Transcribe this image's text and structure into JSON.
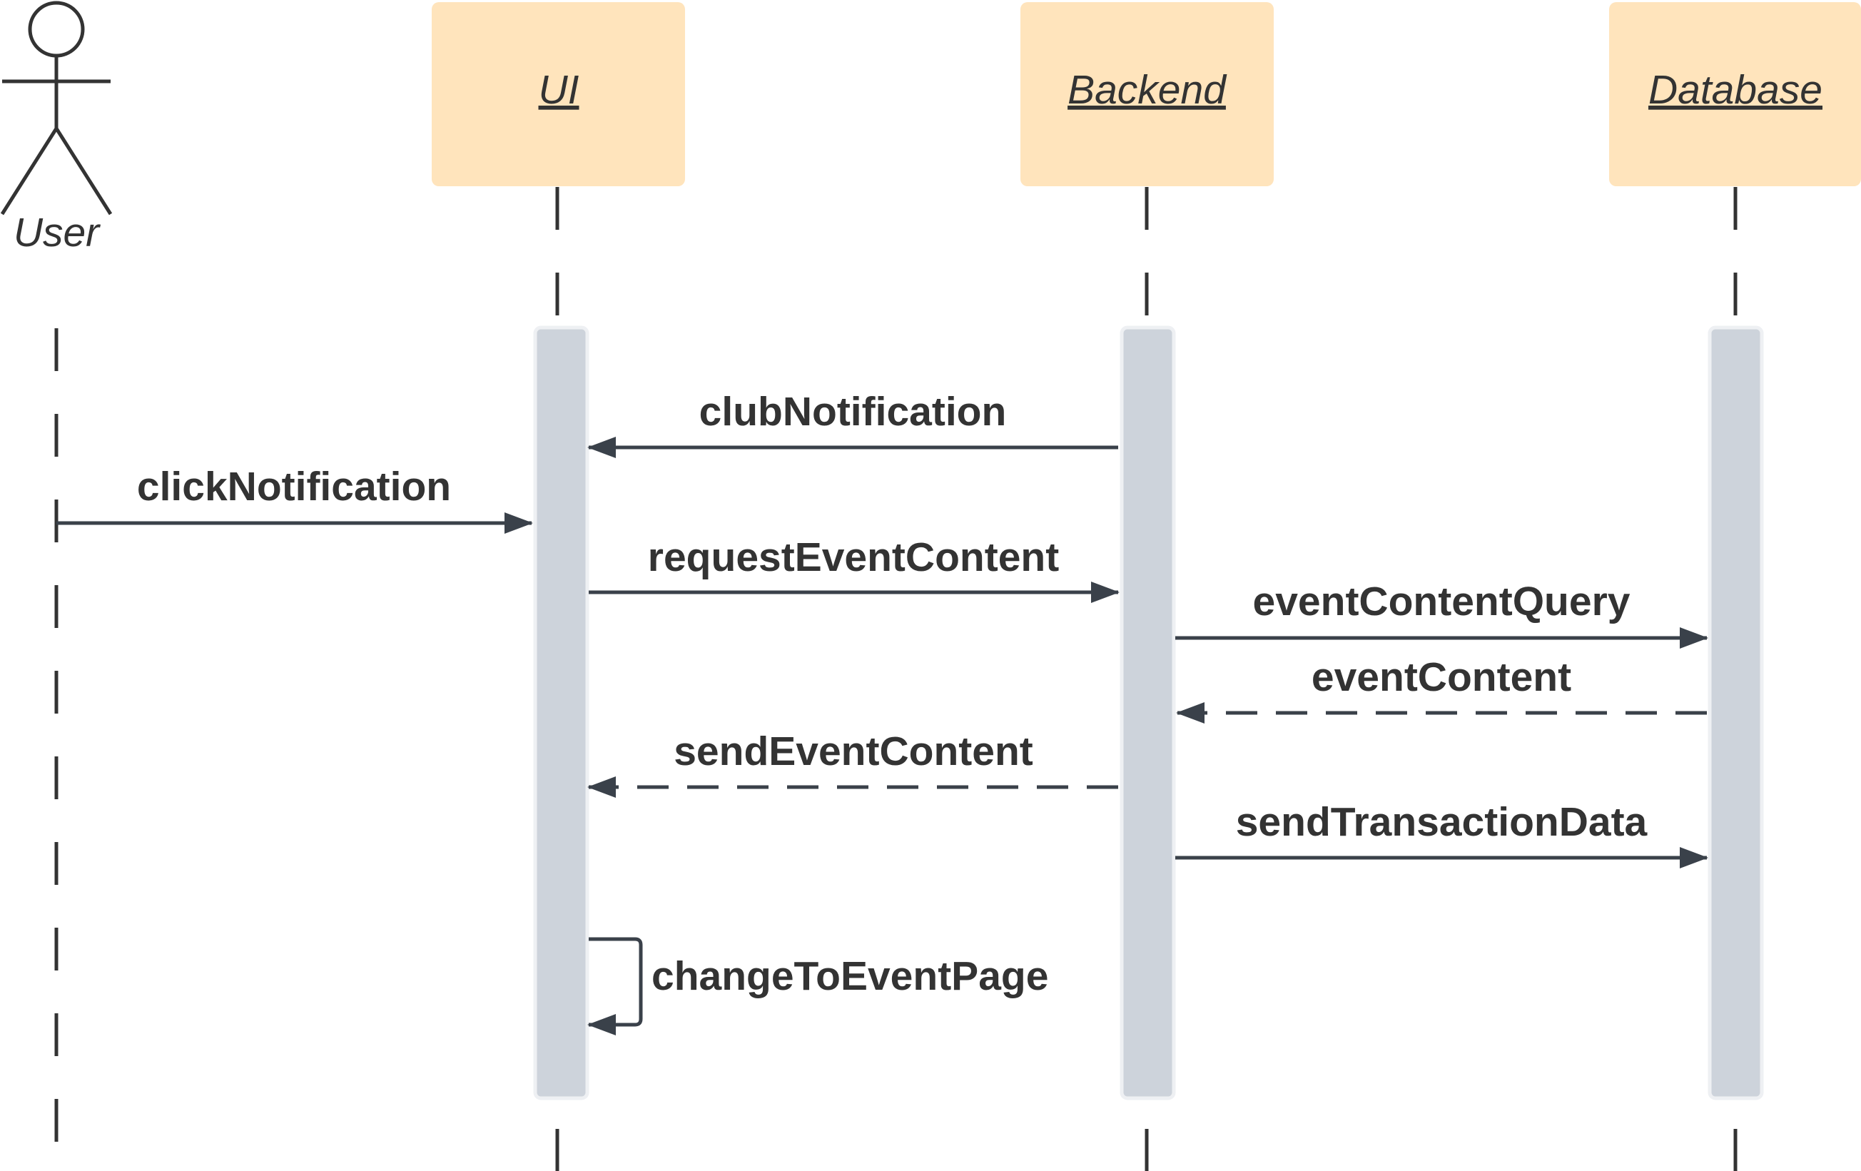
{
  "actor": {
    "label": "User"
  },
  "participants": [
    {
      "id": "ui",
      "label": "UI"
    },
    {
      "id": "backend",
      "label": "Backend"
    },
    {
      "id": "database",
      "label": "Database"
    }
  ],
  "messages": [
    {
      "id": "m1",
      "label": "clubNotification",
      "from": "backend",
      "to": "ui",
      "style": "solid"
    },
    {
      "id": "m2",
      "label": "clickNotification",
      "from": "user",
      "to": "ui",
      "style": "solid"
    },
    {
      "id": "m3",
      "label": "requestEventContent",
      "from": "ui",
      "to": "backend",
      "style": "solid"
    },
    {
      "id": "m4",
      "label": "eventContentQuery",
      "from": "backend",
      "to": "database",
      "style": "solid"
    },
    {
      "id": "m5",
      "label": "eventContent",
      "from": "database",
      "to": "backend",
      "style": "dashed"
    },
    {
      "id": "m6",
      "label": "sendEventContent",
      "from": "backend",
      "to": "ui",
      "style": "dashed"
    },
    {
      "id": "m7",
      "label": "sendTransactionData",
      "from": "backend",
      "to": "database",
      "style": "solid"
    },
    {
      "id": "m8",
      "label": "changeToEventPage",
      "from": "ui",
      "to": "ui",
      "style": "self"
    }
  ],
  "colors": {
    "participant_fill": "#FFE4BC",
    "activation_fill": "#CDD3DB",
    "line": "#333333",
    "arrow": "#3A414A"
  }
}
